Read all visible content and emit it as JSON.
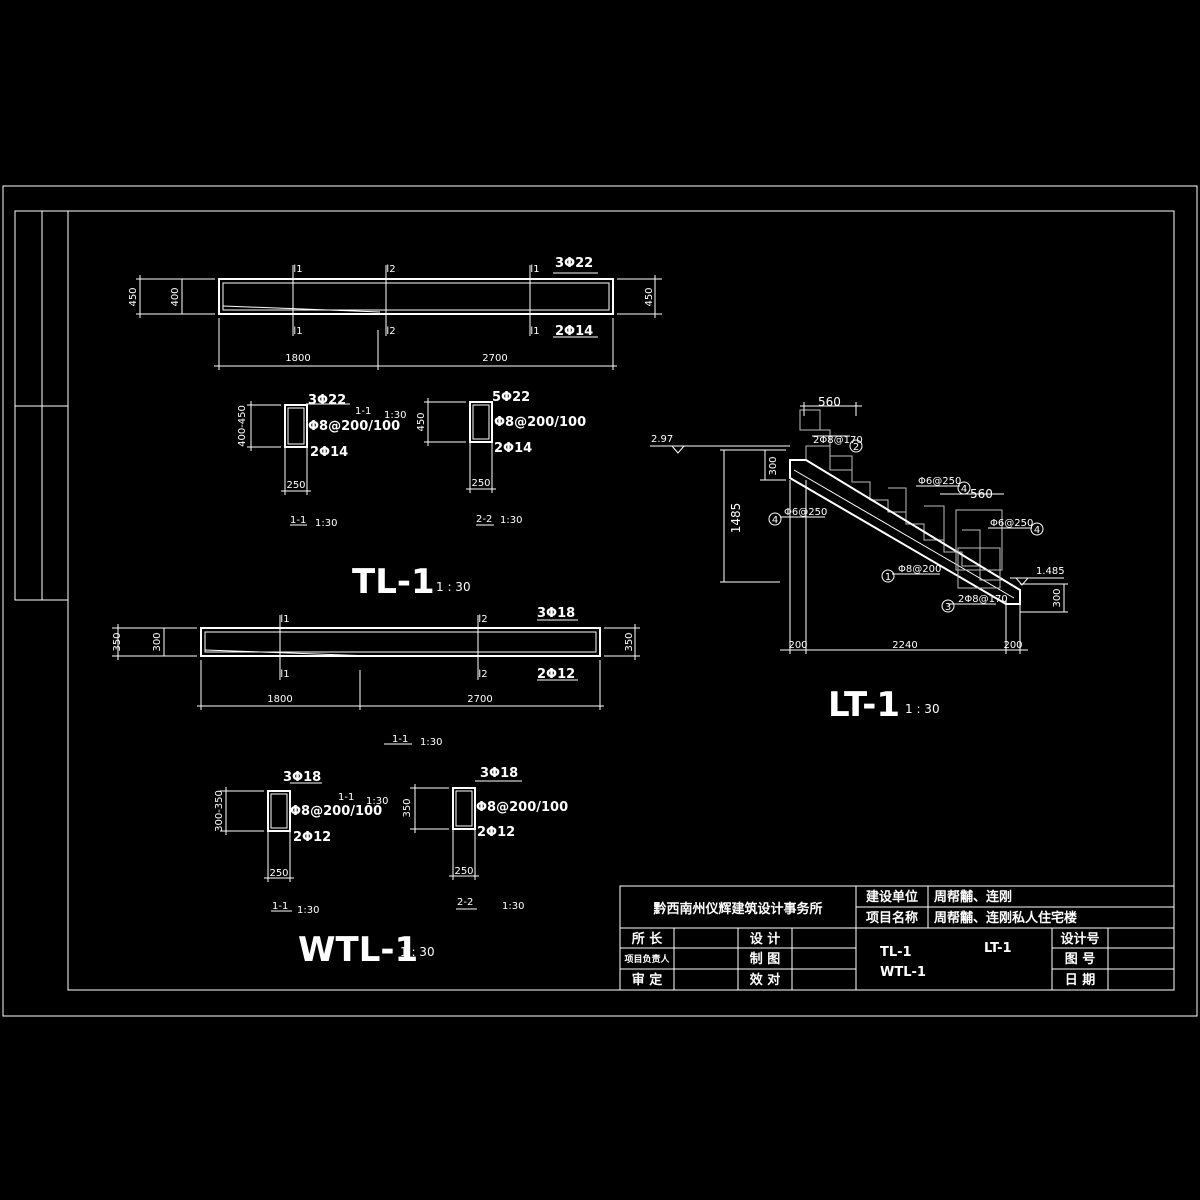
{
  "drawing": {
    "tl1": {
      "title": "TL-1",
      "scale": "1 : 30",
      "elev_dims": {
        "left_outer": "450",
        "left_inner": "400",
        "right": "450",
        "span1": "1800",
        "span2": "2700"
      },
      "sec_marks": {
        "s1": "l1",
        "s2": "l2"
      },
      "top_bar": "3Φ22",
      "bottom_bar": "2Φ14",
      "sec1": {
        "top": "3Φ22",
        "stirrup": "Φ8@200/100",
        "bottom": "2Φ14",
        "height": "400-450",
        "width": "250",
        "ref": "1-1",
        "ref_scale": "1:30",
        "label": "1-1",
        "label_scale": "1:30"
      },
      "sec2": {
        "top": "5Φ22",
        "stirrup": "Φ8@200/100",
        "bottom": "2Φ14",
        "height": "450",
        "width": "250",
        "label": "2-2",
        "label_scale": "1:30"
      }
    },
    "wtl1": {
      "title": "WTL-1",
      "scale": "1 : 30",
      "elev_dims": {
        "left_outer": "350",
        "left_inner": "300",
        "right": "350",
        "span1": "1800",
        "span2": "2700"
      },
      "sec_marks": {
        "s1": "l1",
        "s2": "l2"
      },
      "top_bar": "3Φ18",
      "bottom_bar": "2Φ12",
      "section_note": "1-1",
      "section_note_scale": "1:30",
      "sec1": {
        "top": "3Φ18",
        "stirrup": "Φ8@200/100",
        "bottom": "2Φ12",
        "height": "300-350",
        "width": "250",
        "ref": "1-1",
        "ref_scale": "1:30",
        "label": "1-1",
        "label_scale": "1:30"
      },
      "sec2": {
        "top": "3Φ18",
        "stirrup": "Φ8@200/100",
        "bottom": "2Φ12",
        "height": "350",
        "width": "250",
        "label": "2-2",
        "label_scale": "1:30"
      }
    },
    "lt1": {
      "title": "LT-1",
      "scale": "1 : 30",
      "dims": {
        "top": "560",
        "mid": "560",
        "height": "1485",
        "step": "300",
        "step2": "300",
        "b1": "200",
        "b2": "2240",
        "b3": "200"
      },
      "elev_top": "2.97",
      "elev_bottom": "1.485",
      "bars": {
        "b2": {
          "no": "2",
          "text": "2Φ8@170"
        },
        "b4a": {
          "no": "4",
          "text": "Φ6@250"
        },
        "b4b": {
          "no": "4",
          "text": "Φ6@250"
        },
        "b4c": {
          "no": "4",
          "text": "Φ6@250"
        },
        "b1": {
          "no": "1",
          "text": "Φ8@200"
        },
        "b3": {
          "no": "3",
          "text": "2Φ8@170"
        }
      }
    }
  },
  "title_block": {
    "firm": "黔西南州仪辉建筑设计事务所",
    "client_label": "建设单位",
    "client_value": "周帮黼、连刚",
    "project_label": "项目名称",
    "project_value": "周帮黼、连刚私人住宅楼",
    "r1a": "所 长",
    "r1b": "设 计",
    "r2a": "项目负责人",
    "r2b": "制 图",
    "r3a": "审 定",
    "r3b": "效 对",
    "content1": "TL-1",
    "content2": "WTL-1",
    "content3": "LT-1",
    "design_no": "设计号",
    "drawing_no": "图 号",
    "date": "日 期"
  }
}
